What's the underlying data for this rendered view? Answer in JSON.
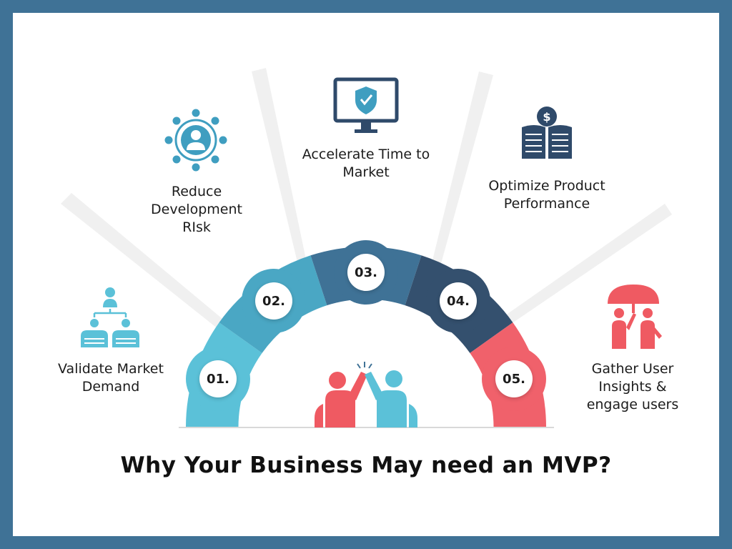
{
  "title": "Why Your Business May need an MVP?",
  "colors": {
    "frame": "#3f7296",
    "step1": "#5bc1d8",
    "step2": "#4aa7c4",
    "step3": "#3f7296",
    "step4": "#34506e",
    "step5": "#f0616b",
    "icon_blue": "#3f9ec0",
    "icon_navy": "#2f4a6a",
    "icon_coral": "#ef5a62"
  },
  "steps": [
    {
      "number": "01.",
      "label": "Validate Market\nDemand",
      "icon": "team-hierarchy-icon"
    },
    {
      "number": "02.",
      "label": "Reduce\nDevelopment\nRIsk",
      "icon": "network-person-icon"
    },
    {
      "number": "03.",
      "label": "Accelerate Time to\nMarket",
      "icon": "monitor-shield-icon"
    },
    {
      "number": "04.",
      "label": "Optimize Product\nPerformance",
      "icon": "dollar-book-icon"
    },
    {
      "number": "05.",
      "label": "Gather User\nInsights &\nengage users",
      "icon": "umbrella-people-icon"
    }
  ]
}
